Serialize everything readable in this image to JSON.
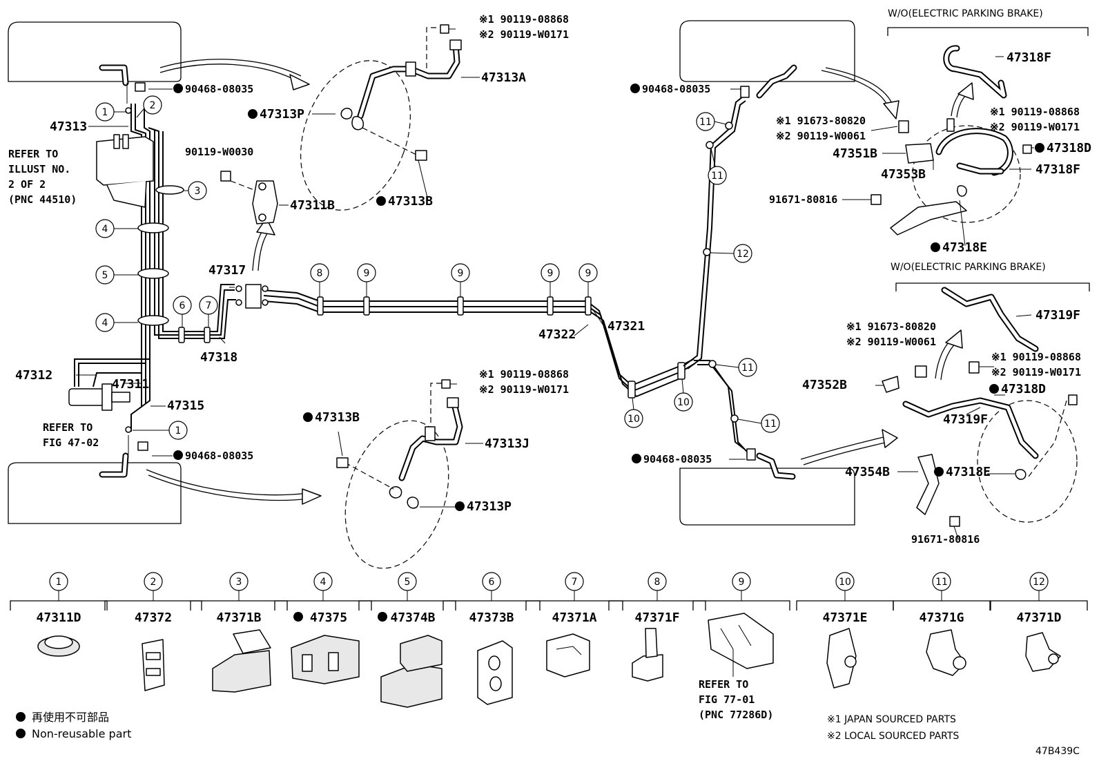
{
  "diagram": {
    "drawing_code": "47B439C",
    "headers": {
      "wo_epb_upper": "W/O(ELECTRIC PARKING BRAKE)",
      "wo_epb_lower": "W/O(ELECTRIC PARKING BRAKE)"
    },
    "notes": {
      "refer_illust": [
        "REFER TO",
        "ILLUST NO.",
        "2 OF 2",
        "(PNC 44510)"
      ],
      "refer_fig4702": [
        "REFER TO",
        "FIG 47-02"
      ],
      "refer_fig7701": [
        "REFER TO",
        "FIG 77-01",
        "(PNC 77286D)"
      ]
    },
    "part_labels": {
      "p47313": "47313",
      "p47312": "47312",
      "p47311": "47311",
      "p47315": "47315",
      "p47317": "47317",
      "p47318": "47318",
      "p47311B": "47311B",
      "p90119_w0030": "90119-W0030",
      "p90468_tl": "90468-08035",
      "p90468_bl": "90468-08035",
      "p90468_tr": "90468-08035",
      "p90468_br": "90468-08035",
      "p47313A": "47313A",
      "p47313P_top": "47313P",
      "p47313B_top": "47313B",
      "p47313J": "47313J",
      "p47313B_bot": "47313B",
      "p47313P_bot": "47313P",
      "p47321": "47321",
      "p47322": "47322",
      "p47318F_1": "47318F",
      "p47318F_2": "47318F",
      "p47318D_1": "47318D",
      "p47318D_2": "47318D",
      "p47318E_1": "47318E",
      "p47318E_2": "47318E",
      "p47351B": "47351B",
      "p47353B": "47353B",
      "p47352B": "47352B",
      "p47354B": "47354B",
      "p47319F_1": "47319F",
      "p47319F_2": "47319F",
      "p91671_1": "91671-80816",
      "p91671_2": "91671-80816"
    },
    "japan_local_pairs": {
      "top_center": [
        "※1 90119-08868",
        "※2 90119-W0171"
      ],
      "bottom_center": [
        "※1 90119-08868",
        "※2 90119-W0171"
      ],
      "right_a": [
        "※1 91673-80820",
        "※2 90119-W0061"
      ],
      "right_b": [
        "※1 90119-08868",
        "※2 90119-W0171"
      ],
      "right_c": [
        "※1 91673-80820",
        "※2 90119-W0061"
      ],
      "right_d": [
        "※1 90119-08868",
        "※2 90119-W0171"
      ]
    },
    "callout_numbers": {
      "c1": "1",
      "c2": "2",
      "c3": "3",
      "c4": "4",
      "c5": "5",
      "c6": "6",
      "c7": "7",
      "c8": "8",
      "c9": "9",
      "c10": "10",
      "c11": "11",
      "c12": "12"
    },
    "clamp_legend": [
      {
        "num": "1",
        "part": "47311D"
      },
      {
        "num": "2",
        "part": "47372"
      },
      {
        "num": "3",
        "part": "47371B"
      },
      {
        "num": "4",
        "part": "47375"
      },
      {
        "num": "5",
        "part": "47374B"
      },
      {
        "num": "6",
        "part": "47373B"
      },
      {
        "num": "7",
        "part": "47371A"
      },
      {
        "num": "8",
        "part": "47371F"
      },
      {
        "num": "9",
        "part": ""
      },
      {
        "num": "10",
        "part": "47371E"
      },
      {
        "num": "11",
        "part": "47371G"
      },
      {
        "num": "12",
        "part": "47371D"
      }
    ],
    "legend": {
      "jp": "再使用不可部品",
      "en": "Non-reusable part",
      "source1": "※1 JAPAN SOURCED PARTS",
      "source2": "※2 LOCAL SOURCED PARTS"
    }
  }
}
